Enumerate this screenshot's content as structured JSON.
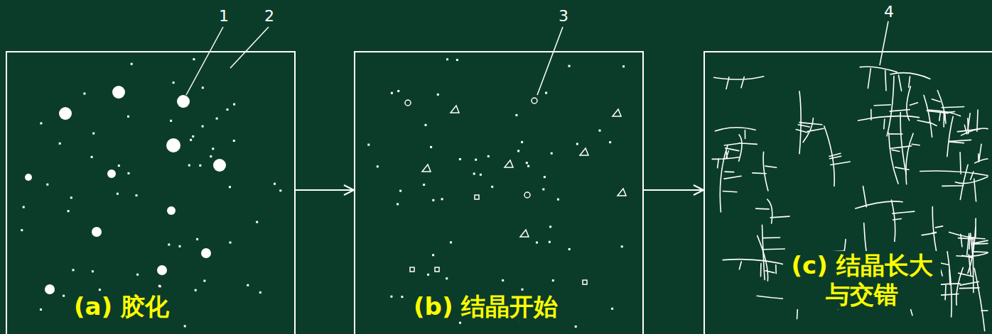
{
  "diagram": {
    "nodes": [
      {
        "text": [
          "(a) 胶化"
        ]
      },
      {
        "text": [
          "(b) 结晶开始"
        ]
      },
      {
        "text": [
          "(c) 结晶长大 与交错"
        ]
      }
    ],
    "edges": [
      {
        "from": 0,
        "to": 1,
        "arrow": "to"
      },
      {
        "from": 1,
        "to": 2,
        "arrow": "to"
      }
    ],
    "labels": [
      "1",
      "2",
      "3",
      "4"
    ]
  }
}
